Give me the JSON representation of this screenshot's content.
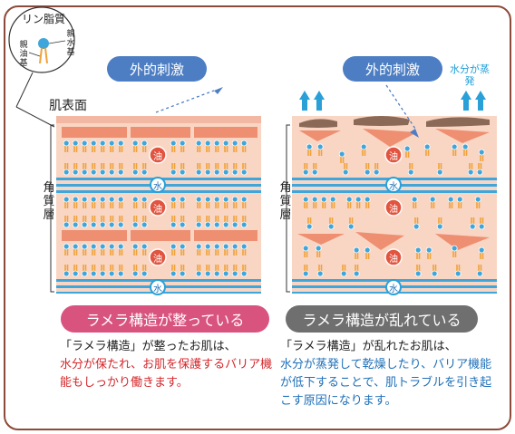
{
  "phospholipid": {
    "title": "リン脂質",
    "hydrophilic": "親水基",
    "lipophilic": "親油基"
  },
  "skin_surface": "肌表面",
  "stratum_corneum": "角質層",
  "external_stimulus": "外的刺激",
  "water_evaporation": "水分が蒸発",
  "oil_label": "油",
  "water_label": "水",
  "left_panel": {
    "banner": "ラメラ構造が整っている",
    "desc_line1": "「ラメラ構造」が整ったお肌は、",
    "desc_highlight": "水分が保たれ、お肌を保護するバリア機能もしっかり働きます。"
  },
  "right_panel": {
    "banner": "ラメラ構造が乱れている",
    "desc_line1": "「ラメラ構造」が乱れたお肌は、",
    "desc_highlight": "水分が蒸発して乾燥したり、バリア機能が低下することで、肌トラブルを引き起こす原因になります。"
  },
  "colors": {
    "banner_good": "#d9537f",
    "banner_bad": "#6f6f70",
    "stimulus": "#4d7ec4",
    "skin": "#f9d6c4",
    "water_band": "#2aa0d8",
    "lipid_head": "#3fa6dc",
    "lipid_tail": "#f0a23a",
    "oil": "#e2543f",
    "highlight_red": "#d4262a",
    "highlight_blue": "#1d6fb8"
  }
}
